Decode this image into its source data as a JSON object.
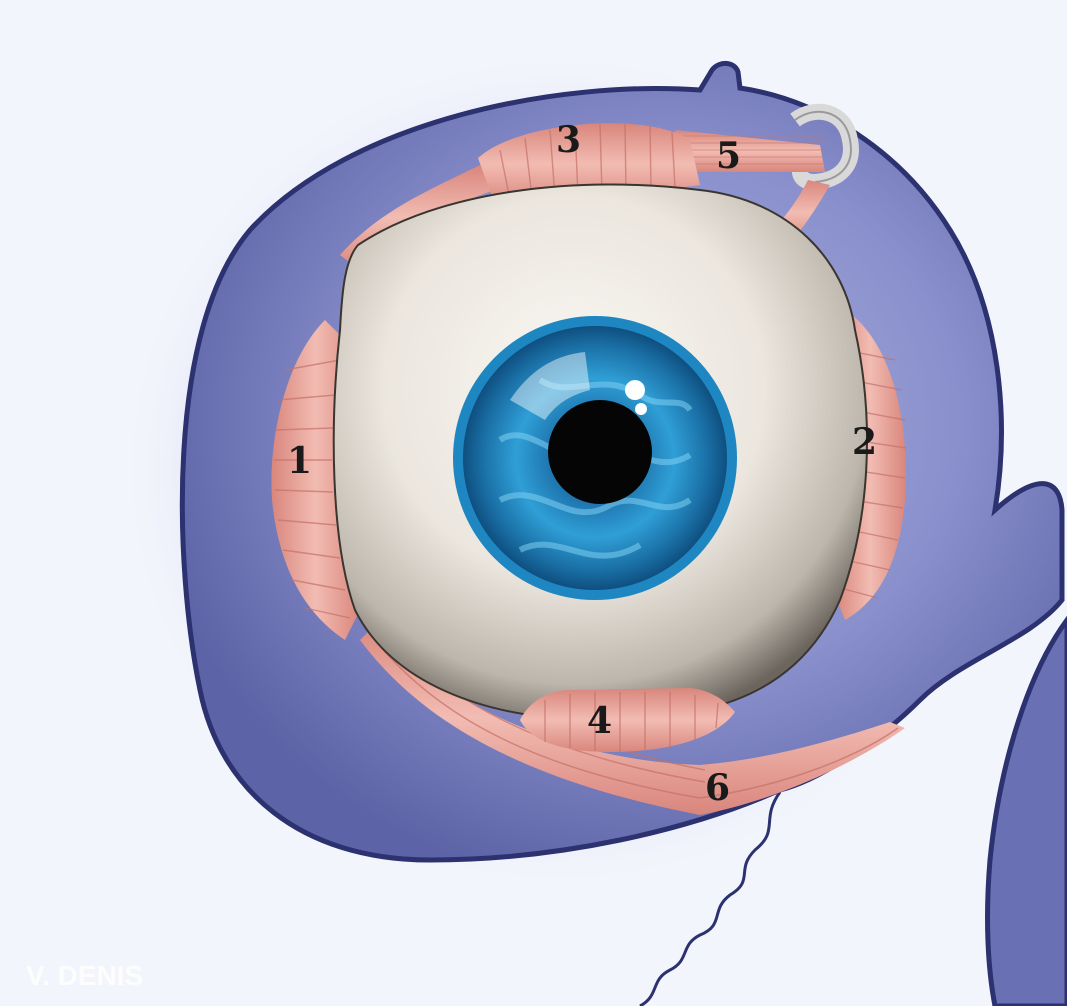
{
  "diagram": {
    "labels": {
      "m1": "1",
      "m2": "2",
      "m3": "3",
      "m4": "4",
      "m5": "5",
      "m6": "6"
    },
    "credit": "V. DENIS"
  },
  "colors": {
    "background": "#f3f5fc",
    "orbit": "#5c63a6",
    "orbit_outline": "#2c3170",
    "muscle": "#e6a39a",
    "muscle_line": "#c9766d",
    "sclera": "#ece8e1",
    "iris": "#2a95c8",
    "pupil": "#050505",
    "tendon": "#d9d9d9"
  }
}
